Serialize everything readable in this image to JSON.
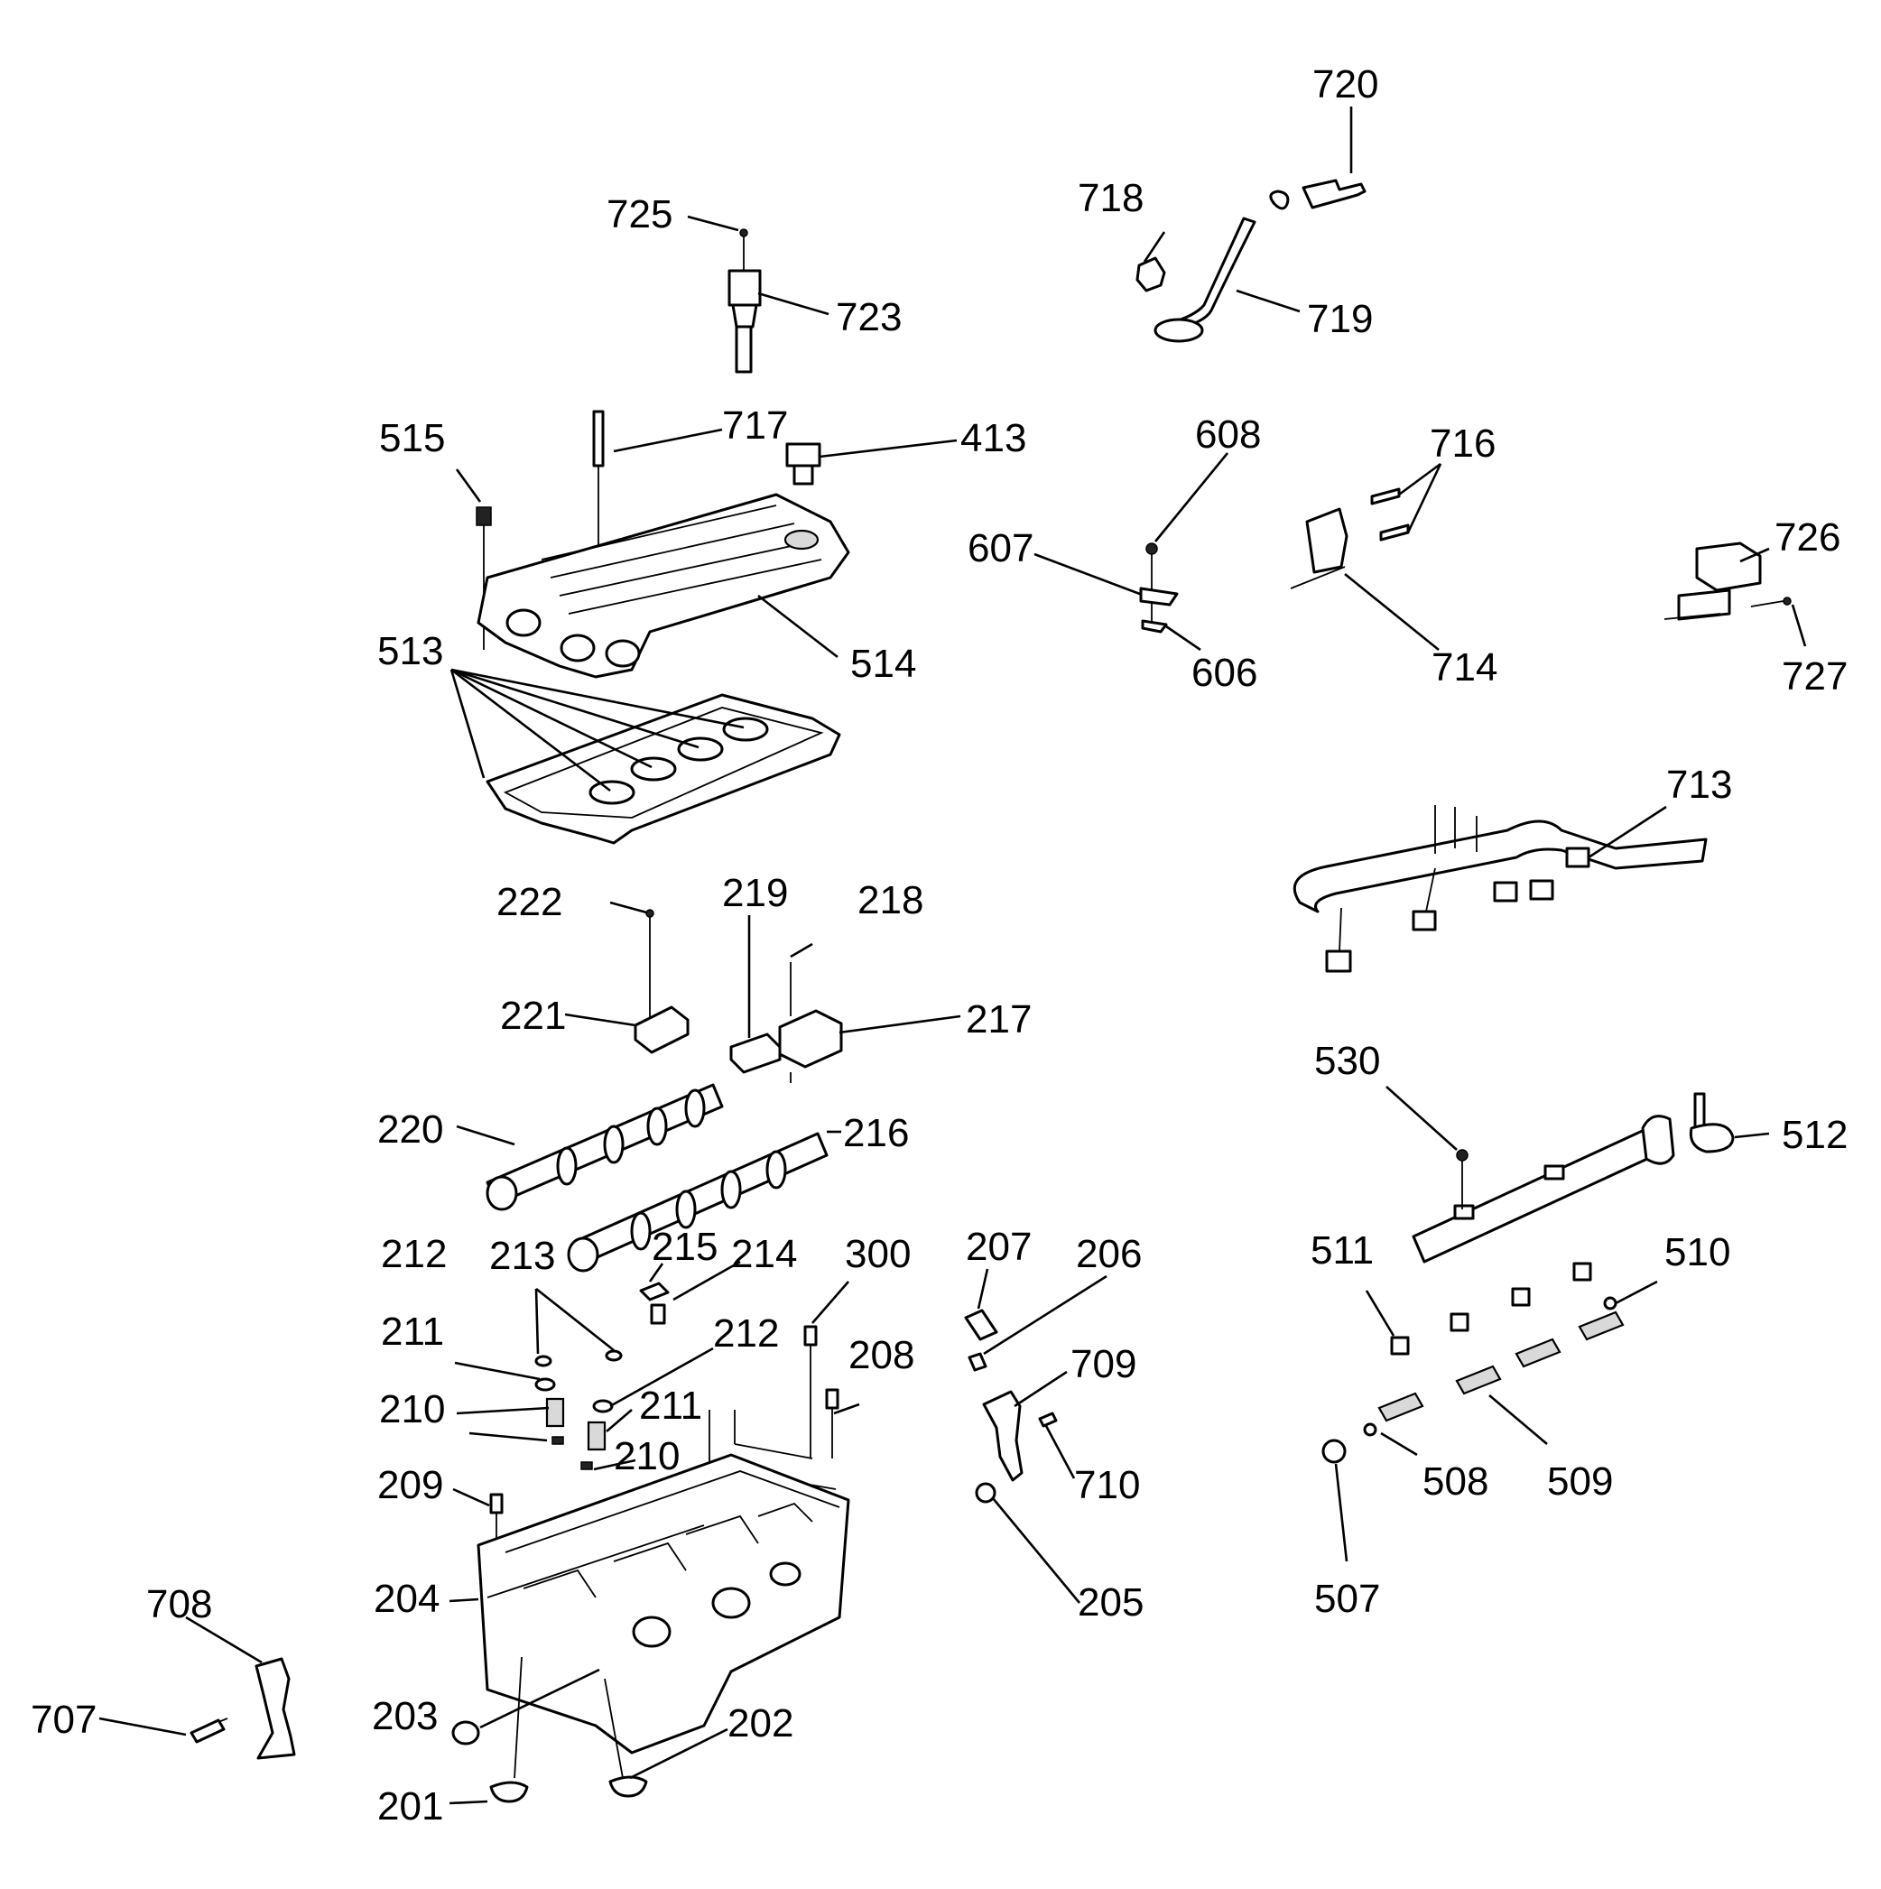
{
  "labels": {
    "l720": "720",
    "l718": "718",
    "l725": "725",
    "l723": "723",
    "l719": "719",
    "l515": "515",
    "l717": "717",
    "l413": "413",
    "l608": "608",
    "l716": "716",
    "l607": "607",
    "l726": "726",
    "l513": "513",
    "l514": "514",
    "l606": "606",
    "l714": "714",
    "l727": "727",
    "l713": "713",
    "l222": "222",
    "l219": "219",
    "l218": "218",
    "l221": "221",
    "l217": "217",
    "l530": "530",
    "l220": "220",
    "l216": "216",
    "l512": "512",
    "l212a": "212",
    "l213": "213",
    "l215": "215",
    "l214": "214",
    "l300": "300",
    "l207": "207",
    "l206": "206",
    "l511": "511",
    "l510": "510",
    "l211a": "211",
    "l212b": "212",
    "l208": "208",
    "l709": "709",
    "l210a": "210",
    "l211b": "211",
    "l210b": "210",
    "l710": "710",
    "l508": "508",
    "l509": "509",
    "l209": "209",
    "l708": "708",
    "l204": "204",
    "l205": "205",
    "l507": "507",
    "l203": "203",
    "l202": "202",
    "l707": "707",
    "l201": "201"
  }
}
